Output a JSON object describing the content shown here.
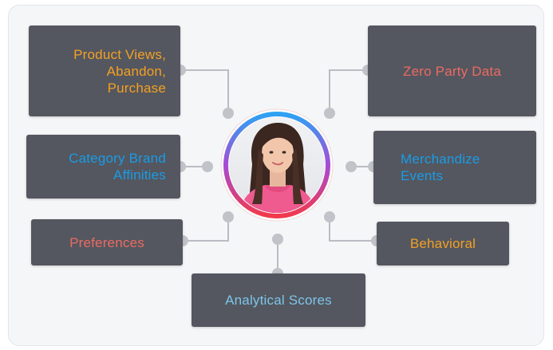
{
  "colors": {
    "box": "#54575f",
    "orange": "#f4a024",
    "blue": "#1a9be6",
    "coral": "#ec6a62",
    "light_blue": "#7cc5ea",
    "connector": "#b9bcc2",
    "ring_gradient": [
      "#2ea2f3",
      "#a64bd4",
      "#f13a4c"
    ]
  },
  "center": {
    "avatar_icon": "person-photo-icon"
  },
  "nodes": {
    "product_views": {
      "label": "Product Views, Abandon, Purchase",
      "color": "#f4a024"
    },
    "zero_party": {
      "label": "Zero Party Data",
      "color": "#ec6a62"
    },
    "category_brand": {
      "label": "Category Brand Affinities",
      "color": "#1a9be6"
    },
    "merchandize": {
      "label": "Merchandize Events",
      "color": "#1a9be6"
    },
    "preferences": {
      "label": "Preferences",
      "color": "#ec6a62"
    },
    "behavioral": {
      "label": "Behavioral",
      "color": "#f4a024"
    },
    "analytical": {
      "label": "Analytical Scores",
      "color": "#7cc5ea"
    }
  }
}
